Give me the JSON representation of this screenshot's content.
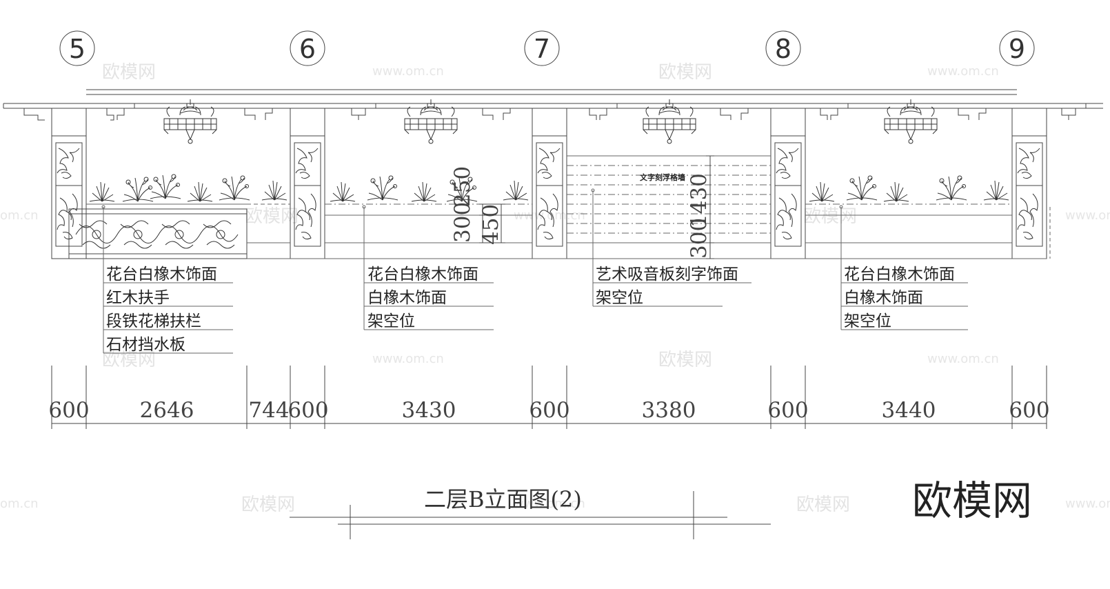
{
  "grid_labels": [
    "5",
    "6",
    "7",
    "8",
    "9"
  ],
  "bottom_dimensions": [
    "600",
    "2646",
    "744",
    "600",
    "3430",
    "600",
    "3380",
    "600",
    "3440",
    "600"
  ],
  "vertical_dimensions": {
    "bay2": [
      "300",
      "250",
      "450"
    ],
    "bay3": [
      "300",
      "1430"
    ]
  },
  "notes": {
    "bay1": [
      "花台白橡木饰面",
      "红木扶手",
      "段铁花梯扶栏",
      "石材挡水板"
    ],
    "bay2": [
      "花台白橡木饰面",
      "白橡木饰面",
      "架空位"
    ],
    "bay3": [
      "艺术吸音板刻字饰面",
      "架空位"
    ],
    "bay4": [
      "花台白橡木饰面",
      "白橡木饰面",
      "架空位"
    ]
  },
  "engraving_text": "文字刻浮格墙",
  "title": "二层B立面图(2)",
  "logo": "欧模网",
  "watermarks": [
    "欧模网",
    "www.om.cn",
    "om.cn"
  ]
}
